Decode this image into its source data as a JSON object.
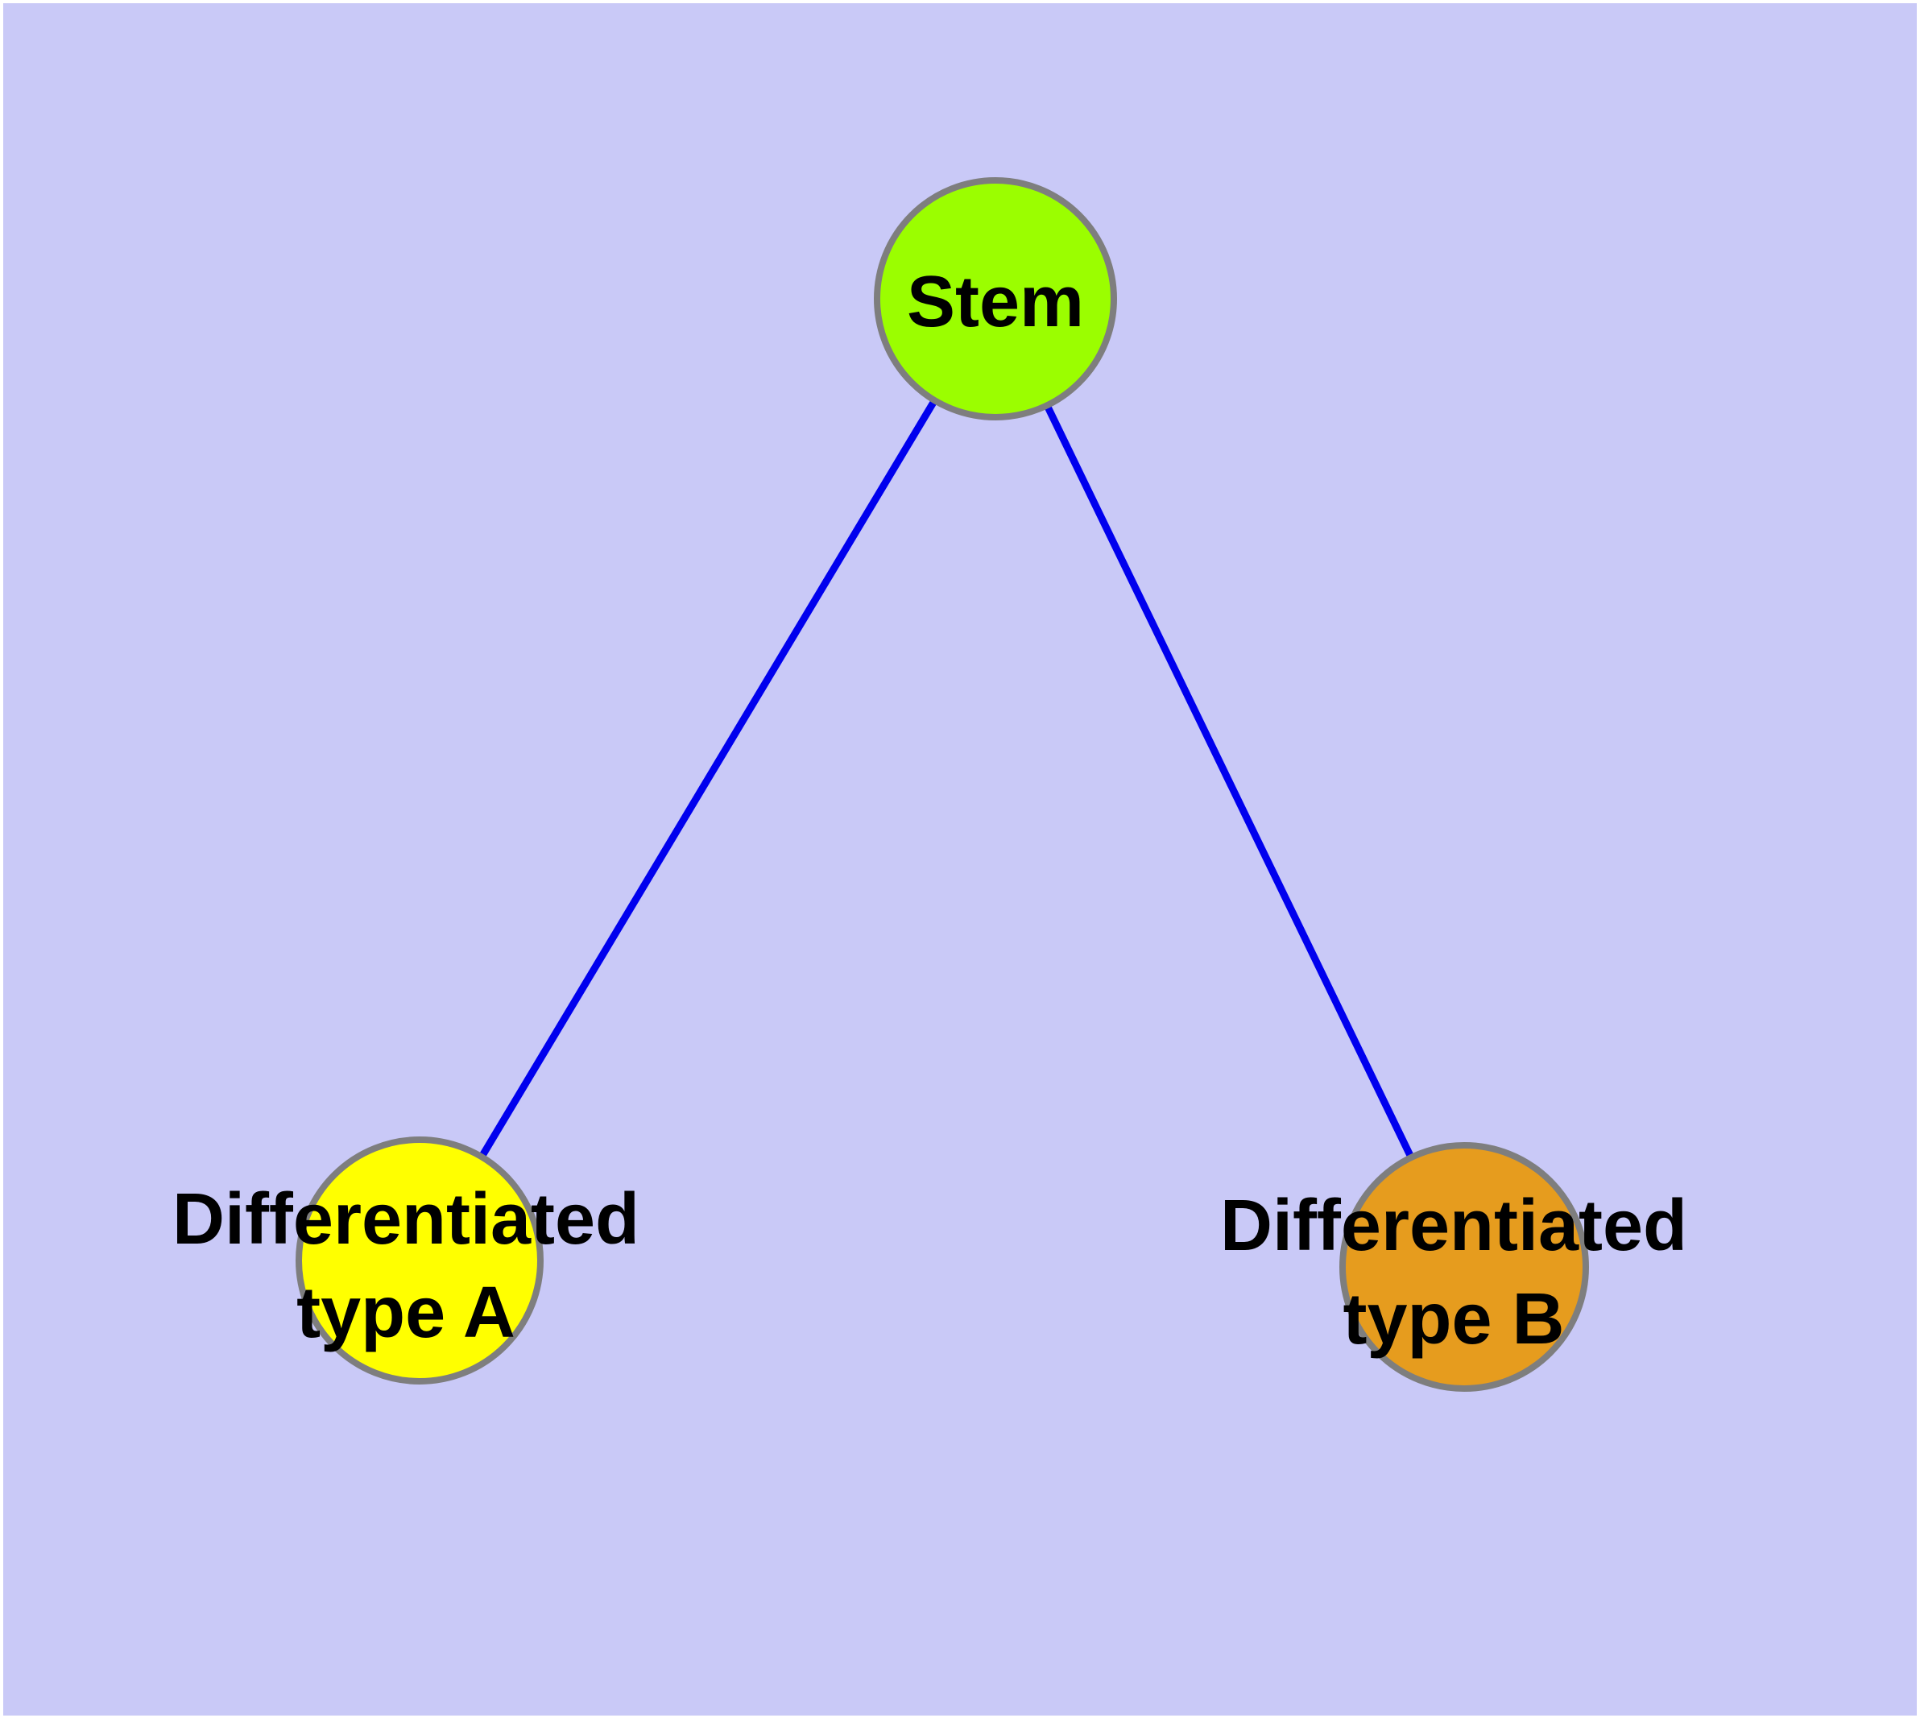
{
  "diagram": {
    "type": "graph",
    "description": "Cell differentiation hierarchy: one stem node connected to two differentiated cell type nodes",
    "colors": {
      "page_margin": "#ffffff",
      "background": "#c9c9f7",
      "edge": "#0000ee",
      "node_border": "#7e7e7e",
      "label": "#000000"
    },
    "nodes": {
      "stem": {
        "id": "stem",
        "label": "Stem",
        "fill": "#9bfe00"
      },
      "type_a": {
        "id": "type_a",
        "label_line1": "Differentiated",
        "label_line2": "type A",
        "fill": "#ffff00"
      },
      "type_b": {
        "id": "type_b",
        "label_line1": "Differentiated",
        "label_line2": "type B",
        "fill": "#e69c1e"
      }
    },
    "edges": [
      {
        "from": "stem",
        "to": "type_a"
      },
      {
        "from": "stem",
        "to": "type_b"
      }
    ]
  }
}
